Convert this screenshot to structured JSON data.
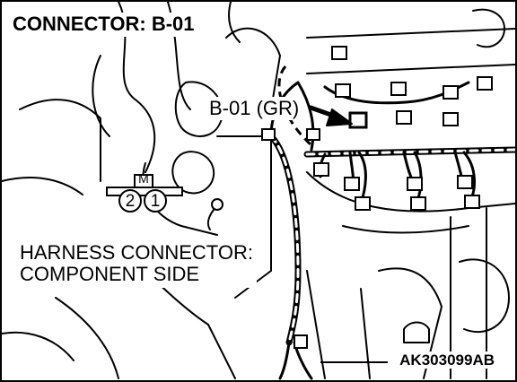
{
  "figure": {
    "title": "CONNECTOR: B-01",
    "connector_callout": "B-01 (GR)",
    "view_label_line1": "HARNESS CONNECTOR:",
    "view_label_line2": "COMPONENT SIDE",
    "figure_code": "AK303099AB"
  },
  "connector_symbol": {
    "key_mark": "M",
    "pins": [
      "2",
      "1"
    ]
  }
}
